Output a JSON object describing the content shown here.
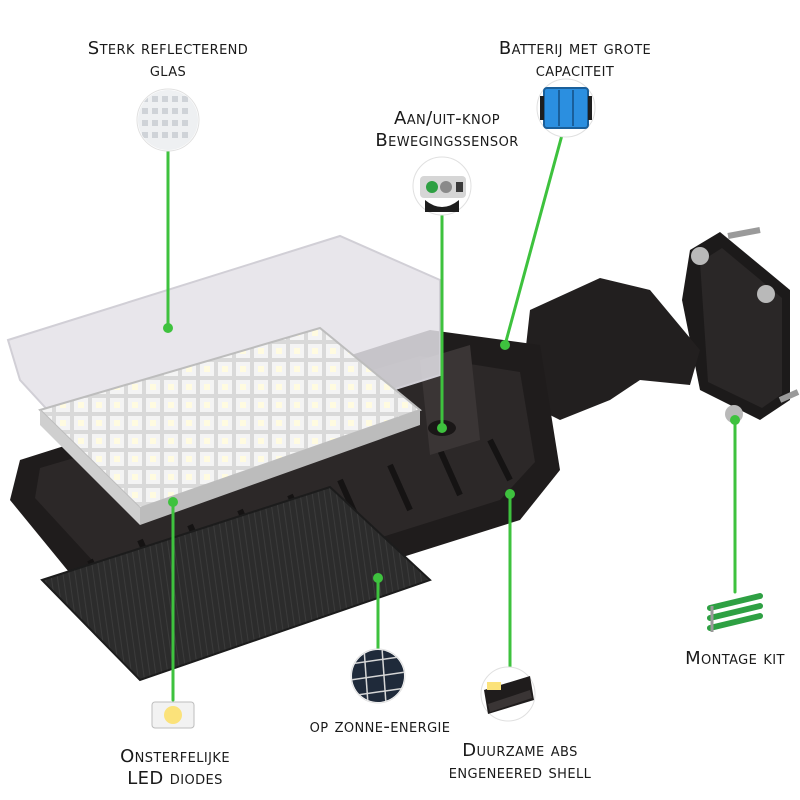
{
  "labels": {
    "glass": {
      "line1": "Sterk reflecterend",
      "line2": "glas"
    },
    "battery": {
      "line1": "Batterij met grote",
      "line2": "capaciteit"
    },
    "sensor": {
      "line1": "Aan/uit-knop",
      "line2": "Bewegingssensor"
    },
    "mount": {
      "line1": "Montage kit"
    },
    "solar": {
      "line1": "op zonne-energie"
    },
    "led": {
      "line1": "Onsterfelijke",
      "line2": "LED diodes"
    },
    "shell": {
      "line1": "Duurzame abs",
      "line2": "engeneered shell"
    }
  },
  "colors": {
    "leader_line": "#3ec23e",
    "housing": "#1f1c1c",
    "glass": "#e4e2e8",
    "solar_panel": "#2a2a2a",
    "battery": "#2b8fe0"
  }
}
